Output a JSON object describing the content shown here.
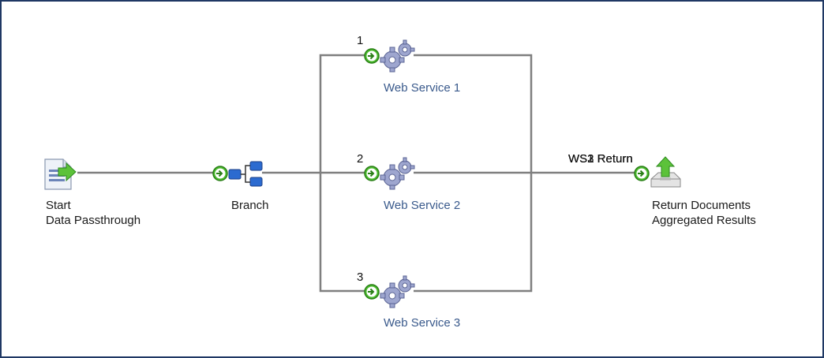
{
  "nodes": {
    "start": {
      "line1": "Start",
      "line2": "Data Passthrough",
      "icon": "document-arrow-icon"
    },
    "branch": {
      "label": "Branch",
      "icon": "branch-icon"
    },
    "ws1": {
      "number": "1",
      "label": "Web Service 1",
      "icon": "gears-icon"
    },
    "ws2": {
      "number": "2",
      "label": "Web Service 2",
      "icon": "gears-icon"
    },
    "ws3": {
      "number": "3",
      "label": "Web Service 3",
      "icon": "gears-icon"
    },
    "ret": {
      "line1": "Return Documents",
      "line2": "Aggregated Results",
      "icon": "return-upload-icon"
    }
  },
  "return_labels": [
    "WS1 Return",
    "WS2 Return",
    "WS3 Return"
  ],
  "colors": {
    "border": "#1f3864",
    "wire": "#7f7f7f",
    "service_label": "#3a5a8c",
    "connector": "#3cb043"
  }
}
